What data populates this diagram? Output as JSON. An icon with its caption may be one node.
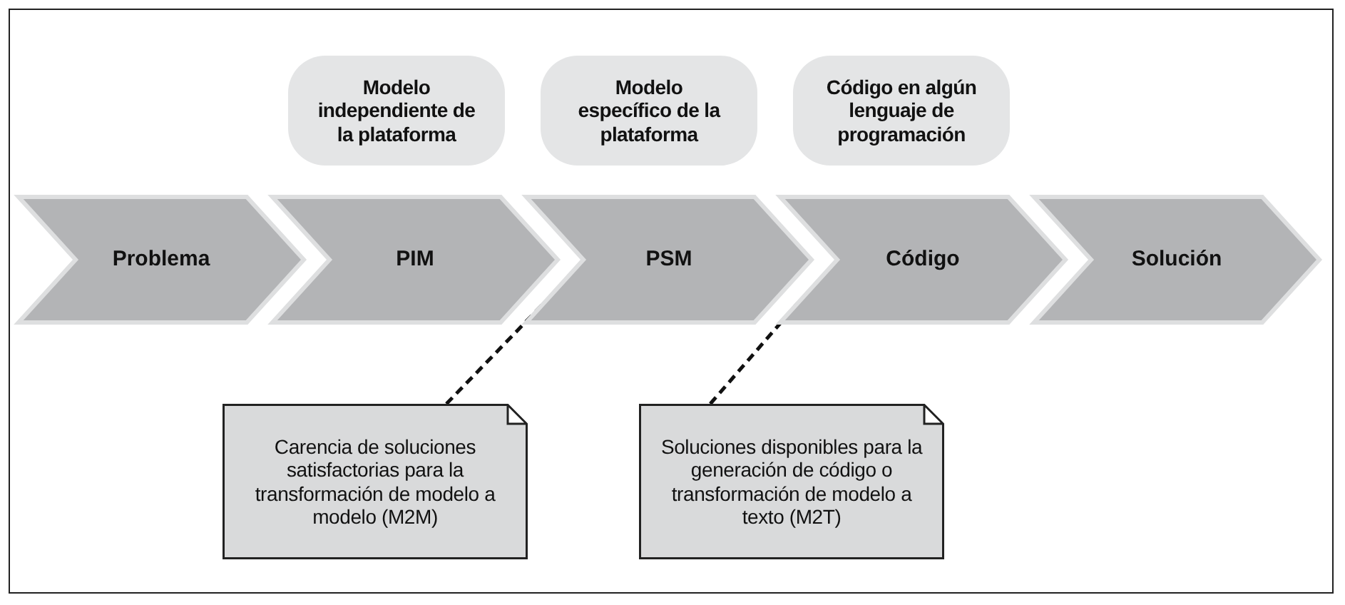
{
  "diagram": {
    "nodes": [
      {
        "text": [
          "Modelo independiente de la plataforma"
        ]
      },
      {
        "text": [
          "Modelo específico de la plataforma"
        ]
      },
      {
        "text": [
          "Código en algún lenguaje de programación"
        ]
      },
      {
        "text": [
          "Problema"
        ]
      },
      {
        "text": [
          "PIM"
        ]
      },
      {
        "text": [
          "PSM"
        ]
      },
      {
        "text": [
          "Código"
        ]
      },
      {
        "text": [
          "Solución"
        ]
      },
      {
        "text": [
          "Carencia de soluciones satisfactorias para la transformación de modelo a modelo (M2M)"
        ]
      },
      {
        "text": [
          "Soluciones disponibles para la generación de código o transformación de modelo a texto (M2T)"
        ]
      }
    ],
    "edges": [
      {
        "from": 8,
        "to": 5,
        "arrow": "none",
        "style": "dashed"
      },
      {
        "from": 9,
        "to": 6,
        "arrow": "none",
        "style": "dashed"
      }
    ]
  }
}
